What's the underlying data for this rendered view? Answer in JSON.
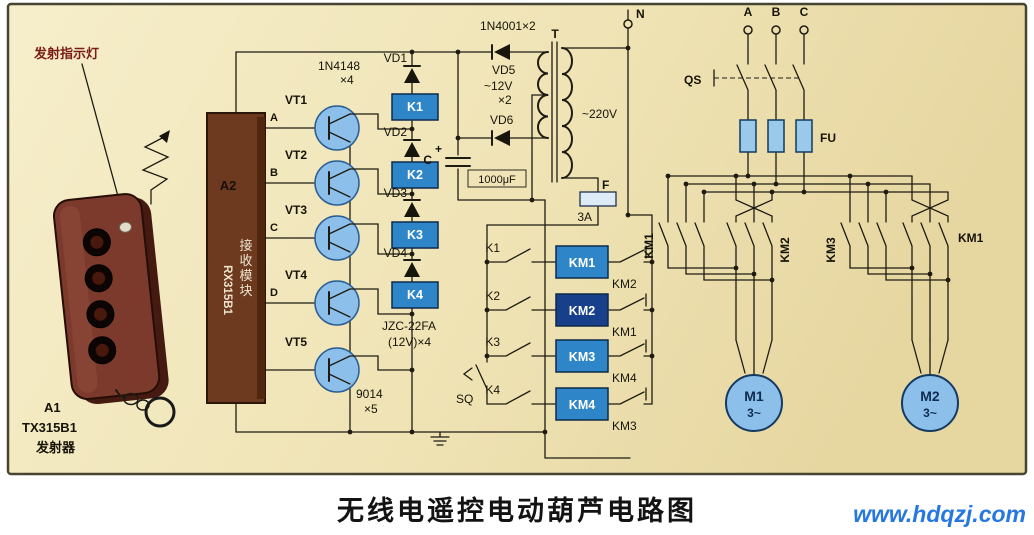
{
  "title": "无线电遥控电动葫芦电路图",
  "watermark": "www.hdqzj.com",
  "colors": {
    "paper": "#f2e8c2",
    "relay_blue": "#2e86c8",
    "coil_dark_blue": "#173f8a",
    "chip_brown": "#6d3a20",
    "remote_brown": "#7c3a2c",
    "component_blue": "#8cbfe9",
    "watermark_blue": "#2677e2",
    "indicator_red": "#7a1d16"
  },
  "transmitter": {
    "indicator_label": "发射指示灯",
    "ref": "A1",
    "model": "TX315B1",
    "name": "发射器"
  },
  "receiver": {
    "ref": "A2",
    "model": "RX315B1",
    "module": "接收模块",
    "pin_a": "A",
    "pin_b": "B",
    "pin_c": "C",
    "pin_d": "D"
  },
  "drivers": {
    "vt1": "VT1",
    "vt2": "VT2",
    "vt3": "VT3",
    "vt4": "VT4",
    "vt5": "VT5",
    "part": "9014",
    "count": "×5"
  },
  "clamp_diodes": {
    "part": "1N4148",
    "count": "×4",
    "vd1": "VD1",
    "vd2": "VD2",
    "vd3": "VD3",
    "vd4": "VD4"
  },
  "relays": {
    "k1": "K1",
    "k2": "K2",
    "k3": "K3",
    "k4": "K4",
    "part": "JZC-22FA",
    "spec": "(12V)×4"
  },
  "power": {
    "rectifier": "1N4001×2",
    "vd5": "VD5",
    "secondary_voltage": "~12V",
    "winding_count": "×2",
    "vd6": "VD6",
    "cap_ref": "C",
    "cap_polarity": "+",
    "cap_value": "1000μF",
    "transformer": "T",
    "primary_voltage": "~220V",
    "fuse": "F",
    "fuse_rating": "3A"
  },
  "mains": {
    "neutral": "N",
    "phase_a": "A",
    "phase_b": "B",
    "phase_c": "C",
    "isolator": "QS",
    "fuses": "FU"
  },
  "control": {
    "k1": "K1",
    "k2": "K2",
    "k3": "K3",
    "k4": "K4",
    "coil1": "KM1",
    "coil2": "KM2",
    "coil3": "KM3",
    "coil4": "KM4",
    "interlock1": "KM2",
    "interlock2": "KM1",
    "interlock3": "KM4",
    "interlock4": "KM3",
    "limit_switch": "SQ"
  },
  "main_contacts": {
    "group1": "KM1",
    "group2": "KM2",
    "group3": "KM3",
    "group4": "KM1"
  },
  "motors": {
    "m1": "M1",
    "m1_type": "3~",
    "m2": "M2",
    "m2_type": "3~"
  }
}
